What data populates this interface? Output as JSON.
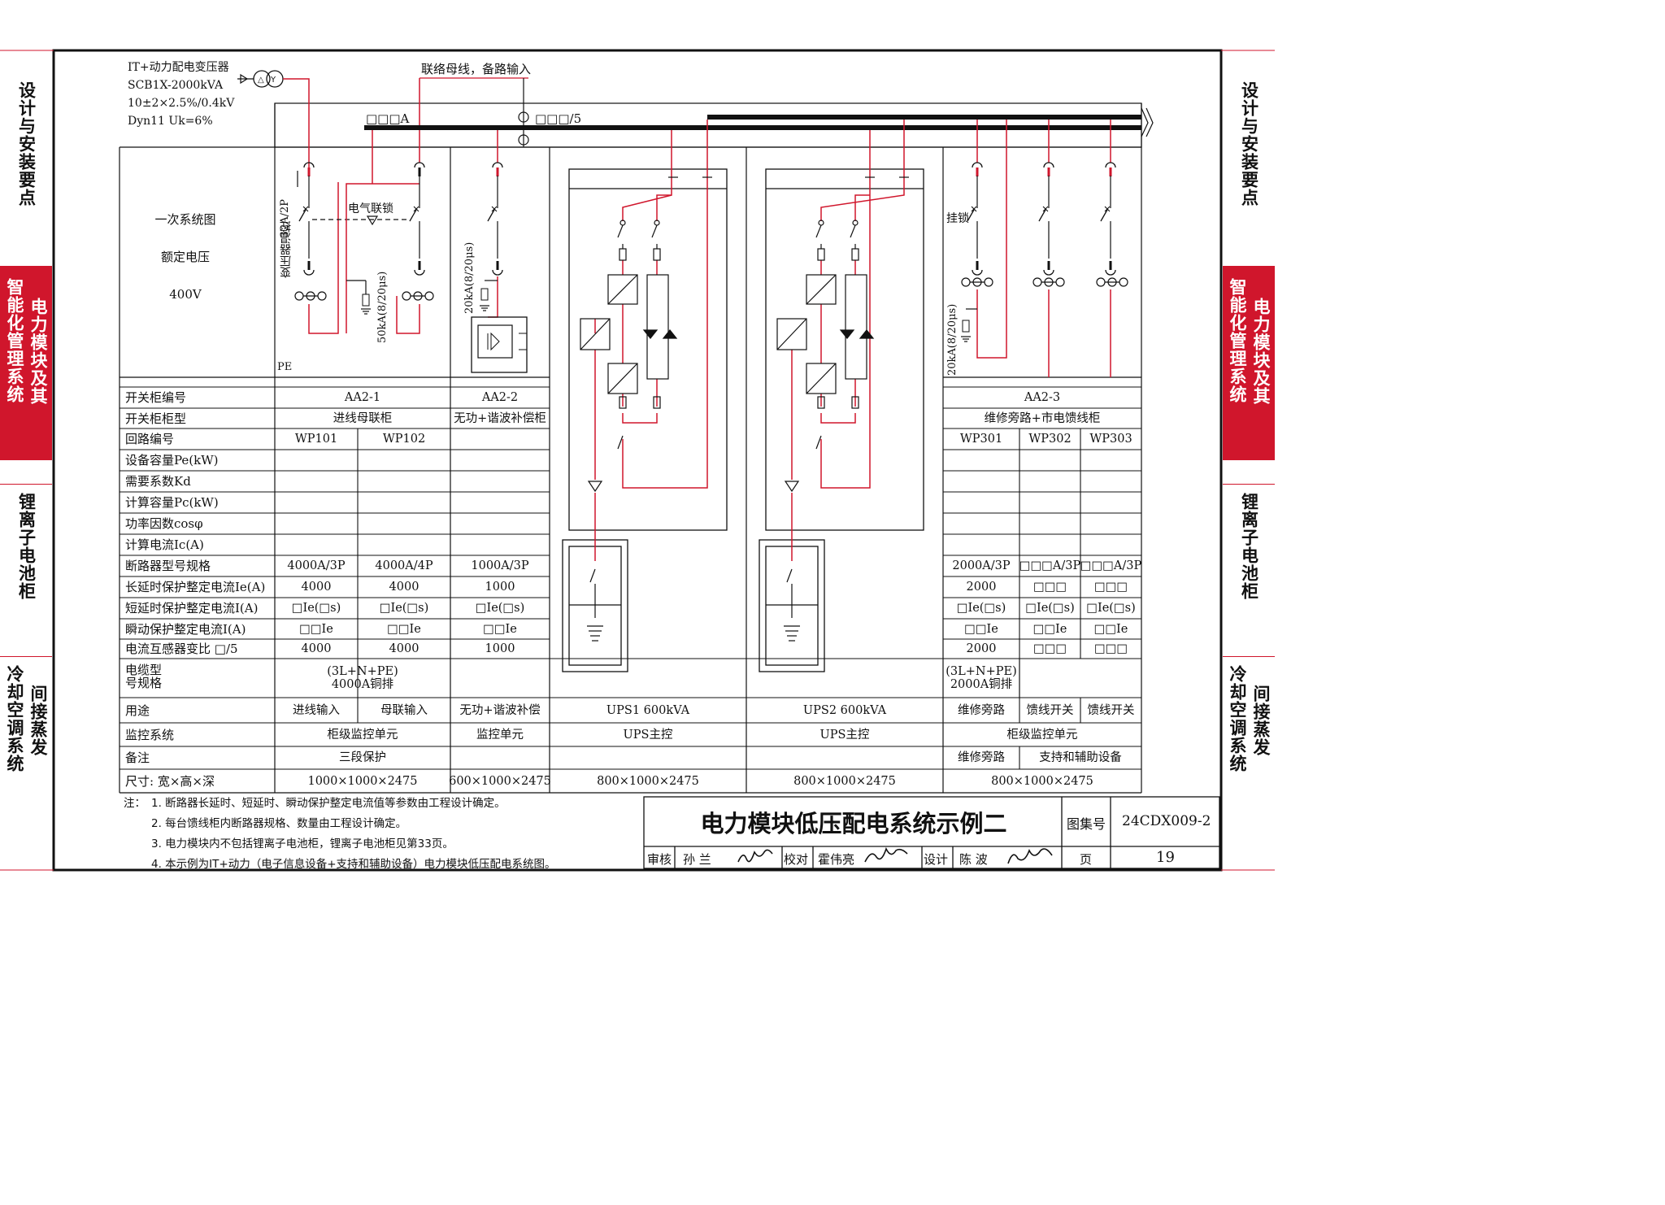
{
  "side_left": [
    {
      "cols": [
        "设计与安装要点"
      ],
      "active": false
    },
    {
      "cols": [
        "电力模块及其",
        "智能化管理系统"
      ],
      "active": true
    },
    {
      "cols": [
        "锂离子电池柜"
      ],
      "active": false
    },
    {
      "cols": [
        "间接蒸发",
        "冷却空调系统"
      ],
      "active": false
    }
  ],
  "side_right": [
    {
      "cols": [
        "设计与安装要点"
      ],
      "active": false
    },
    {
      "cols": [
        "电力模块及其",
        "智能化管理系统"
      ],
      "active": true
    },
    {
      "cols": [
        "锂离子电池柜"
      ],
      "active": false
    },
    {
      "cols": [
        "间接蒸发",
        "冷却空调系统"
      ],
      "active": false
    }
  ],
  "transformer": {
    "name": "IT+动力配电变压器",
    "model": "SCB1X-2000kVA",
    "ratio": "10±2×2.5%/0.4kV",
    "vector": "Dyn11  Uk=6%"
  },
  "tie_bus_label": "联络母线，备路输入",
  "busbar_current": "□□□A",
  "ct_ratio": "□□□/5",
  "system": {
    "line1": "一次系统图",
    "line2": "额定电压",
    "line3": "400V"
  },
  "pe_label": "PE",
  "annotations": {
    "breaker_32a": "32A/2P",
    "transformer_temp": "变压器温控",
    "interlock": "电气联锁",
    "spd_50ka": "50kA(8/20μs)",
    "spd_20ka_a": "20kA(8/20μs)",
    "spd_20ka_b": "20kA(8/20μs)",
    "padlock": "挂锁"
  },
  "table": {
    "row_labels": [
      "开关柜编号",
      "开关柜柜型",
      "回路编号",
      "设备容量Pe(kW)",
      "需要系数Kd",
      "计算容量Pc(kW)",
      "功率因数cosφ",
      "计算电流Ic(A)",
      "断路器型号规格",
      "长延时保护整定电流Ie(A)",
      "短延时保护整定电流I(A)",
      "瞬动保护整定电流I(A)",
      "电流互感器变比  □/5",
      "电缆型号规格",
      "用途",
      "监控系统",
      "备注",
      "尺寸: 宽×高×深"
    ],
    "cabinet_no": {
      "aa21": "AA2-1",
      "aa22": "AA2-2",
      "aa23": "AA2-3"
    },
    "cabinet_type": {
      "aa21": "进线母联柜",
      "aa22": "无功+谐波补偿柜",
      "aa23": "维修旁路+市电馈线柜"
    },
    "circuits": [
      "WP101",
      "WP102",
      "WP301",
      "WP302",
      "WP303"
    ],
    "breaker": [
      "4000A/3P",
      "4000A/4P",
      "1000A/3P",
      "2000A/3P",
      "□□□A/3P",
      "□□□A/3P"
    ],
    "long_delay": [
      "4000",
      "4000",
      "1000",
      "2000",
      "□□□",
      "□□□"
    ],
    "short_delay": [
      "□Ie(□s)",
      "□Ie(□s)",
      "□Ie(□s)",
      "□Ie(□s)",
      "□Ie(□s)",
      "□Ie(□s)"
    ],
    "instant": [
      "□□Ie",
      "□□Ie",
      "□□Ie",
      "□□Ie",
      "□□Ie",
      "□□Ie"
    ],
    "ct": [
      "4000",
      "4000",
      "1000",
      "2000",
      "□□□",
      "□□□"
    ],
    "cable_a": {
      "line1": "(3L+N+PE)",
      "line2": "4000A铜排"
    },
    "cable_b": {
      "line1": "(3L+N+PE)",
      "line2": "2000A铜排"
    },
    "usage": [
      "进线输入",
      "母联输入",
      "无功+谐波补偿",
      "UPS1 600kVA",
      "UPS2 600kVA",
      "维修旁路",
      "馈线开关",
      "馈线开关"
    ],
    "monitor": [
      "柜级监控单元",
      "监控单元",
      "UPS主控",
      "UPS主控",
      "柜级监控单元"
    ],
    "remark": [
      "三段保护",
      "维修旁路",
      "支持和辅助设备"
    ],
    "size": [
      "1000×1000×2475",
      "600×1000×2475",
      "800×1000×2475",
      "800×1000×2475",
      "800×1000×2475"
    ]
  },
  "notes": {
    "prefix": "注：",
    "items": [
      "1. 断路器长延时、短延时、瞬动保护整定电流值等参数由工程设计确定。",
      "2. 每台馈线柜内断路器规格、数量由工程设计确定。",
      "3. 电力模块内不包括锂离子电池柜，锂离子电池柜见第33页。",
      "4. 本示例为IT+动力（电子信息设备+支持和辅助设备）电力模块低压配电系统图。"
    ]
  },
  "title_block": {
    "title": "电力模块低压配电系统示例二",
    "atlas_label": "图集号",
    "atlas_no": "24CDX009-2",
    "review_label": "审核",
    "reviewer": "孙  兰",
    "check_label": "校对",
    "checker": "霍伟亮",
    "design_label": "设计",
    "designer": "陈  波",
    "page_label": "页",
    "page_no": "19"
  },
  "colors": {
    "accent_red": "#d0162c",
    "line": "#111111"
  }
}
